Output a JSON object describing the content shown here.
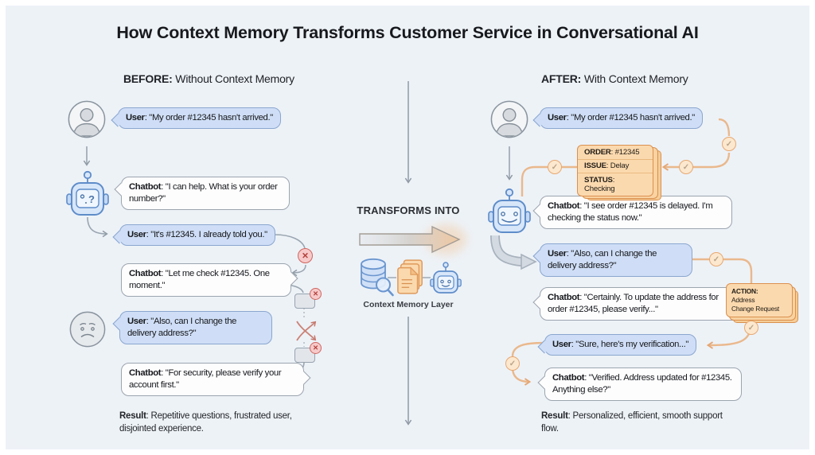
{
  "title": "How Context Memory Transforms Customer Service in Conversational AI",
  "before": {
    "header_label": "BEFORE:",
    "header_rest": " Without Context Memory",
    "messages": [
      {
        "speaker": "User",
        "text": ": \"My order #12345 hasn't arrived.\""
      },
      {
        "speaker": "Chatbot",
        "text": ": \"I can help. What is your order number?\""
      },
      {
        "speaker": "User",
        "text": ": \"It's #12345. I already told you.\""
      },
      {
        "speaker": "Chatbot",
        "text": ": \"Let me check #12345. One moment.\""
      },
      {
        "speaker": "User",
        "text": ": \"Also, can I change the delivery address?\""
      },
      {
        "speaker": "Chatbot",
        "text": ": \"For security, please verify your account first.\""
      }
    ],
    "result_label": "Result",
    "result_text": ": Repetitive questions, frustrated user, disjointed experience."
  },
  "center": {
    "transforms_label": "TRANSFORMS INTO",
    "layer_label": "Context Memory Layer"
  },
  "after": {
    "header_label": "AFTER:",
    "header_rest": " With Context Memory",
    "memory_card": {
      "rows": [
        {
          "label": "ORDER",
          "value": ": #12345"
        },
        {
          "label": "ISSUE",
          "value": ": Delay"
        },
        {
          "label": "STATUS",
          "value": ": Checking"
        }
      ]
    },
    "action_card": {
      "title": "ACTION:",
      "lines": [
        "Address",
        "Change Request"
      ]
    },
    "messages": [
      {
        "speaker": "User",
        "text": ": \"My order #12345 hasn't arrived.\""
      },
      {
        "speaker": "Chatbot",
        "text": ": \"I see order #12345 is delayed. I'm checking the status now.\""
      },
      {
        "speaker": "User",
        "text": ": \"Also, can I change the delivery address?\""
      },
      {
        "speaker": "Chatbot",
        "text": ": \"Certainly. To update the address for order #12345, please verify...\""
      },
      {
        "speaker": "User",
        "text": ": \"Sure, here's my verification...\""
      },
      {
        "speaker": "Chatbot",
        "text": ": \"Verified. Address updated for #12345. Anything else?\""
      }
    ],
    "result_label": "Result",
    "result_text": ": Personalized, efficient, smooth support flow."
  },
  "icons": {
    "check": "✓",
    "cross": "✕"
  },
  "colors": {
    "user_bubble": "#cfdef6",
    "bot_bubble": "#fdfdfe",
    "accent_orange": "#e8a873",
    "card_fill": "#fbd9ae",
    "error_red": "#cf6660",
    "robot_blue": "#5e8cc9"
  }
}
